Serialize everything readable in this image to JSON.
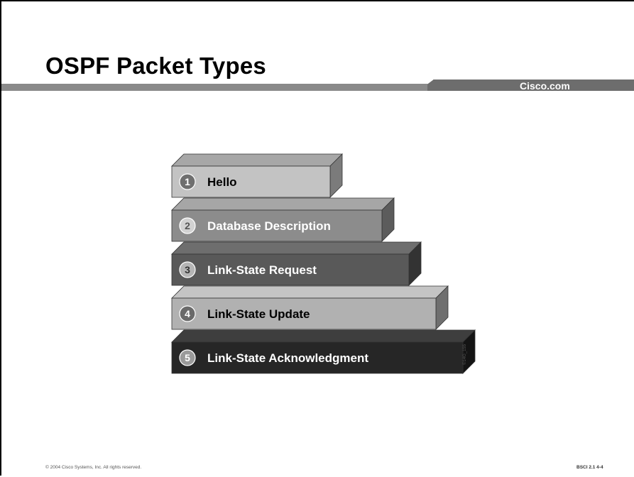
{
  "slide": {
    "title": "OSPF Packet Types",
    "brand": "Cisco.com",
    "figure_code": "©14G_155",
    "footer_left": "© 2004 Cisco Systems, Inc. All rights reserved.",
    "footer_right": "BSCI 2.1   4-4"
  },
  "packet_types": [
    {
      "number": "1",
      "label": "Hello",
      "front_color": "#c3c3c3",
      "top_color": "#a7a7a7",
      "side_color": "#7b7b7b",
      "text_color": "#000000",
      "badge_fill": "#6f6f6f",
      "badge_text": "#ffffff"
    },
    {
      "number": "2",
      "label": "Database Description",
      "front_color": "#8c8c8c",
      "top_color": "#a6a6a6",
      "side_color": "#5c5c5c",
      "text_color": "#ffffff",
      "badge_fill": "#d2d2d2",
      "badge_text": "#555555"
    },
    {
      "number": "3",
      "label": "Link-State Request",
      "front_color": "#595959",
      "top_color": "#6e6e6e",
      "side_color": "#333333",
      "text_color": "#ffffff",
      "badge_fill": "#b5b5b5",
      "badge_text": "#333333"
    },
    {
      "number": "4",
      "label": "Link-State Update",
      "front_color": "#b1b1b1",
      "top_color": "#c4c4c4",
      "side_color": "#6f6f6f",
      "text_color": "#000000",
      "badge_fill": "#6a6a6a",
      "badge_text": "#ffffff"
    },
    {
      "number": "5",
      "label": "Link-State Acknowledgment",
      "front_color": "#262626",
      "top_color": "#3e3e3e",
      "side_color": "#141414",
      "text_color": "#ffffff",
      "badge_fill": "#9a9a9a",
      "badge_text": "#ffffff"
    }
  ]
}
